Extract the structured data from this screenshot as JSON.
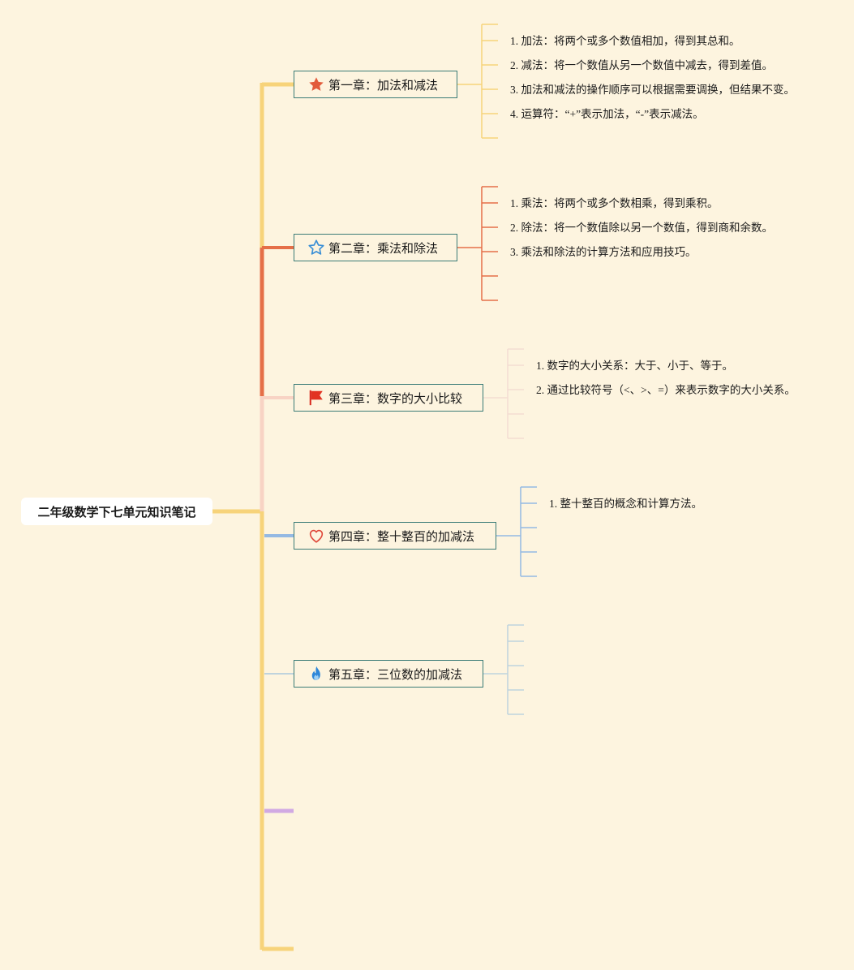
{
  "root": {
    "title": "二年级数学下七单元知识笔记"
  },
  "chapters": [
    {
      "title": "第一章：加法和减法",
      "icon": "star-filled-icon",
      "color": "#f7d37a",
      "points": [
        "1. 加法：将两个或多个数值相加，得到其总和。",
        "2. 减法：将一个数值从另一个数值中减去，得到差值。",
        "3. 加法和减法的操作顺序可以根据需要调换，但结果不变。",
        "4. 运算符：“+”表示加法，“-”表示减法。"
      ]
    },
    {
      "title": "第二章：乘法和除法",
      "icon": "star-outline-icon",
      "color": "#e56f48",
      "points": [
        "1. 乘法：将两个或多个数相乘，得到乘积。",
        "2. 除法：将一个数值除以另一个数值，得到商和余数。",
        "3. 乘法和除法的计算方法和应用技巧。"
      ]
    },
    {
      "title": "第三章：数字的大小比较",
      "icon": "flag-icon",
      "color": "#f8d3c4",
      "points": [
        "1. 数字的大小关系：大于、小于、等于。",
        "2. 通过比较符号（<、>、=）来表示数字的大小关系。"
      ]
    },
    {
      "title": "第四章：整十整百的加减法",
      "icon": "heart-icon",
      "color": "#94b9e3",
      "points": [
        "1. 整十整百的概念和计算方法。"
      ]
    },
    {
      "title": "第五章：三位数的加减法",
      "icon": "fire-icon",
      "color": "#bfd3dd",
      "points": []
    }
  ],
  "colors": {
    "background": "#fdf4df",
    "trunk": "#f7d37a",
    "node_border": "#3c7c77",
    "empty_branch_purple": "#d1a9e3"
  }
}
